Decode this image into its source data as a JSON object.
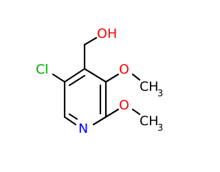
{
  "molecule": {
    "labels": {
      "hydroxyl": "OH",
      "chlorine": "Cl",
      "methoxy_upper_o": "O",
      "methoxy_upper_ch": "CH",
      "methoxy_upper_sub": "3",
      "methoxy_lower_o": "O",
      "methoxy_lower_ch": "CH",
      "methoxy_lower_sub": "3",
      "nitrogen": "N"
    },
    "colors": {
      "bond": "#000000",
      "carbon_text": "#000000",
      "oxygen": "#ff0000",
      "nitrogen": "#0000ff",
      "chlorine": "#00aa00"
    }
  }
}
